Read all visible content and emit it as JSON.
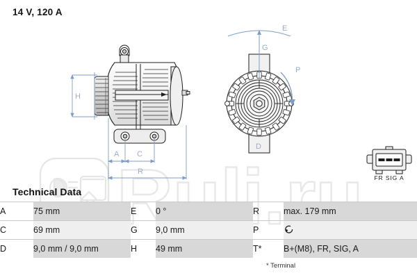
{
  "header": {
    "spec": "14 V, 120 A"
  },
  "table": {
    "title": "Technical Data",
    "rows": [
      {
        "k1": "A",
        "v1": "75 mm",
        "k2": "E",
        "v2": "0 °",
        "k3": "R",
        "v3": "max. 179 mm"
      },
      {
        "k1": "C",
        "v1": "69 mm",
        "k2": "G",
        "v2": "9,0 mm",
        "k3": "P",
        "v3": ""
      },
      {
        "k1": "D",
        "v1": "9,0 mm / 9,0 mm",
        "k2": "H",
        "v2": "49 mm",
        "k3": "T*",
        "v3": "B+(M8), FR, SIG, A"
      }
    ],
    "footnote": "* Terminal"
  },
  "connector": {
    "pin_labels": "FR SIG A"
  },
  "drawing_labels": {
    "side_view": {
      "H": "H",
      "A": "A",
      "C": "C",
      "R": "R"
    },
    "front_view": {
      "E": "E",
      "G": "G",
      "P": "P",
      "D": "D"
    }
  },
  "watermark": {
    "text": "Ruli.ru"
  },
  "colors": {
    "dimension_line": "#7f9dc4",
    "dimension_text": "#93a9c6",
    "row_shade": "#d8d8d8",
    "row_plain": "#efefef",
    "rule": "#c8c8c8",
    "ink": "#1a1a1a"
  }
}
